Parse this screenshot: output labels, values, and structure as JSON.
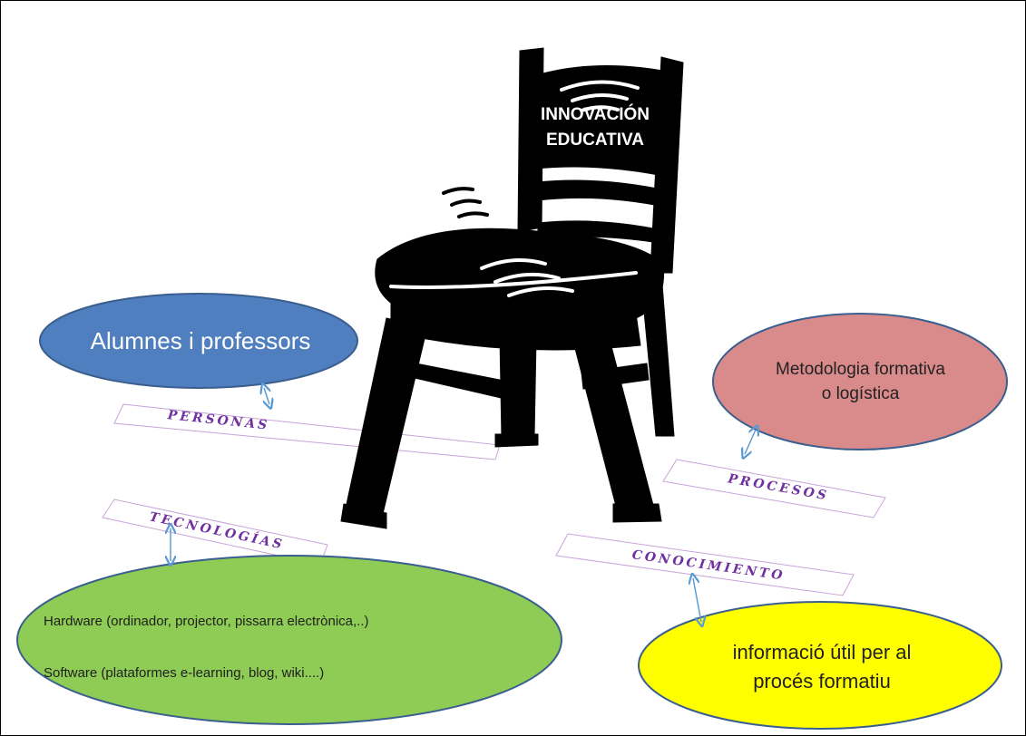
{
  "chair_title": [
    "INNOVACIÓN",
    "EDUCATIVA"
  ],
  "labels": {
    "personas": "PERSONAS",
    "tecnologias": "TECNOLOGÍAS",
    "procesos": "PROCESOS",
    "conocimiento": "CONOCIMIENTO"
  },
  "ellipses": {
    "alumnes": "Alumnes i professors",
    "metodologia": [
      "Metodologia formativa",
      "o logística"
    ],
    "hardware": "Hardware (ordinador, projector, pissarra electrònica,..)",
    "software": "Software (plataformes e-learning, blog, wiki....)",
    "informacio": [
      "informació útil per al",
      "procés formatiu"
    ]
  },
  "colors": {
    "alumnes": "#4f7fbf",
    "metodologia": "#d98a8a",
    "tecnologia": "#8fcc55",
    "informacio": "#ffff00",
    "label_text": "#7030a0",
    "arrow": "#5b9bd5"
  }
}
